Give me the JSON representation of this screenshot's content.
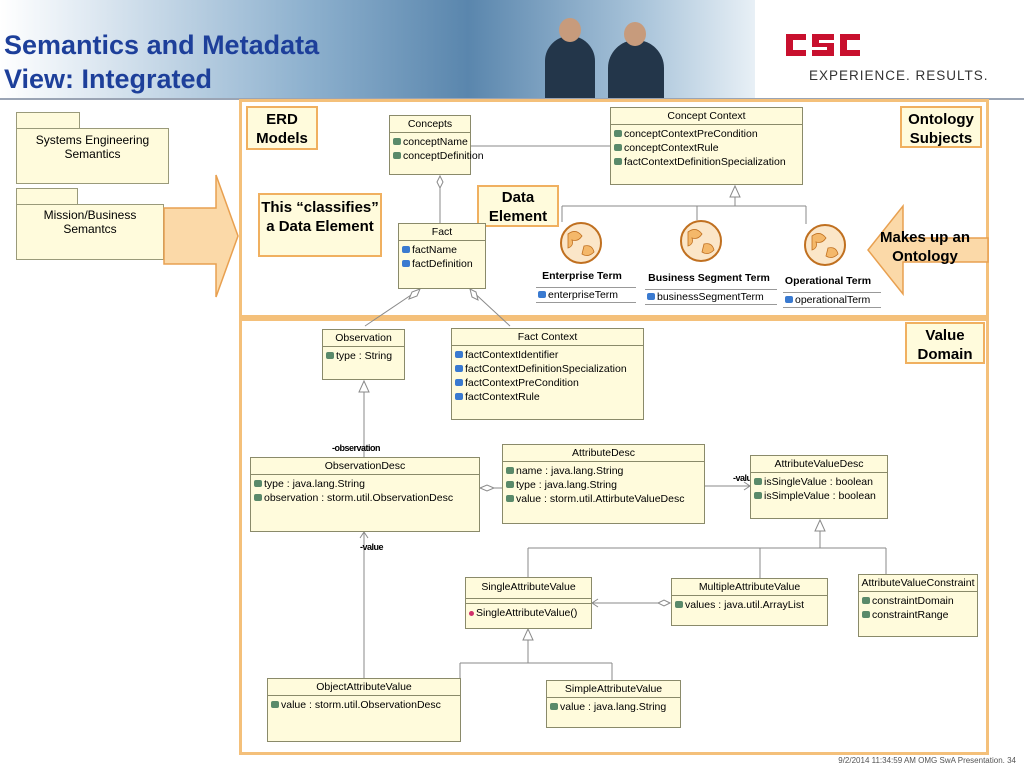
{
  "header": {
    "title_line1": "Semantics and Metadata",
    "title_line2": "View: Integrated",
    "slogan": "EXPERIENCE. RESULTS."
  },
  "brand": {
    "name": "CSC",
    "color": "#c8102e"
  },
  "left_panel": {
    "folder1": "Systems Engineering Semantics",
    "folder2": "Mission/Business Semantcs"
  },
  "labels": {
    "erd_models": "ERD Models",
    "ontology_subjects": "Ontology Subjects",
    "data_element": "Data Element",
    "classifies": "This “classifies” a Data Element",
    "makes_up": "Makes up an Ontology",
    "value_domain": "Value Domain"
  },
  "classes": {
    "concepts": {
      "name": "Concepts",
      "attrs": [
        "conceptName",
        "conceptDefinition"
      ]
    },
    "concept_context": {
      "name": "Concept Context",
      "attrs": [
        "conceptContextPreCondition",
        "conceptContextRule",
        "factContextDefinitionSpecialization"
      ]
    },
    "fact": {
      "name": "Fact",
      "attrs": [
        "factName",
        "factDefinition"
      ]
    },
    "observation": {
      "name": "Observation",
      "attrs": [
        "type : String"
      ]
    },
    "fact_context": {
      "name": "Fact Context",
      "attrs": [
        "factContextIdentifier",
        "factContextDefinitionSpecialization",
        "factContextPreCondition",
        "factContextRule"
      ]
    },
    "observation_desc": {
      "name": "ObservationDesc",
      "attrs": [
        "type : java.lang.String",
        "observation : storm.util.ObservationDesc"
      ]
    },
    "attribute_desc": {
      "name": "AttributeDesc",
      "attrs": [
        "name : java.lang.String",
        "type : java.lang.String",
        "value : storm.util.AttirbuteValueDesc"
      ]
    },
    "attribute_value_desc": {
      "name": "AttributeValueDesc",
      "attrs": [
        "isSingleValue : boolean",
        "isSimpleValue : boolean"
      ]
    },
    "single_attribute_value": {
      "name": "SingleAttributeValue",
      "attrs": [
        "SingleAttributeValue()"
      ]
    },
    "multiple_attribute_value": {
      "name": "MultipleAttributeValue",
      "attrs": [
        "values : java.util.ArrayList"
      ]
    },
    "attribute_value_constraint": {
      "name": "AttributeValueConstraint",
      "attrs": [
        "constraintDomain",
        "constraintRange"
      ]
    },
    "object_attribute_value": {
      "name": "ObjectAttributeValue",
      "attrs": [
        "value : storm.util.ObservationDesc"
      ]
    },
    "simple_attribute_value": {
      "name": "SimpleAttributeValue",
      "attrs": [
        "value : java.lang.String"
      ]
    }
  },
  "terms": {
    "enterprise": {
      "name": "Enterprise Term",
      "attr": "enterpriseTerm"
    },
    "business": {
      "name": "Business Segment Term",
      "attr": "businessSegmentTerm"
    },
    "operational": {
      "name": "Operational Term",
      "attr": "operationalTerm"
    }
  },
  "roles": {
    "observation": "-observation",
    "value1": "-value",
    "value2": "-value"
  },
  "footer": "9/2/2014 11:34:59 AM OMG SwA Presentation. 34",
  "colors": {
    "title": "#1d3f9a",
    "frame": "#f4c07a",
    "label_fill": "#fffbdc",
    "arrow_fill": "#fbd9a8"
  },
  "icons": [
    "globe-icon",
    "attribute-icon",
    "operation-icon"
  ]
}
